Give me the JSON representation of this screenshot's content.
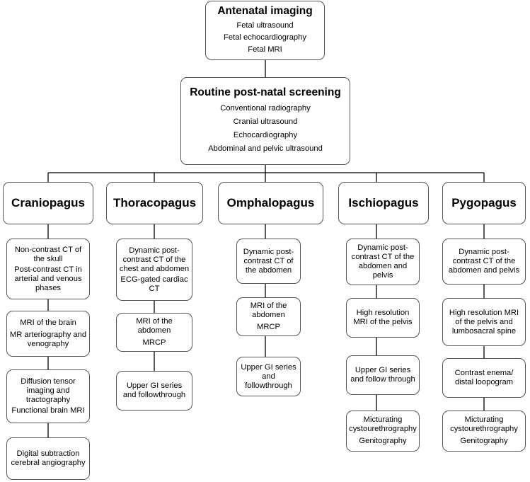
{
  "antenatal": {
    "title": "Antenatal imaging",
    "items": [
      "Fetal ultrasound",
      "Fetal echocardiography",
      "Fetal MRI"
    ]
  },
  "postnatal": {
    "title": "Routine post-natal screening",
    "items": [
      "Conventional radiography",
      "Cranial ultrasound",
      "Echocardiography",
      "Abdominal and pelvic ultrasound"
    ]
  },
  "types": [
    {
      "name": "Craniopagus",
      "steps": [
        [
          "Non-contrast CT of the skull",
          "Post-contrast CT in arterial and venous phases"
        ],
        [
          "MRI of the brain",
          "MR arteriography and venography"
        ],
        [
          "Diffusion tensor imaging and tractography",
          "Functional brain MRI"
        ],
        [
          "Digital subtraction cerebral angiography"
        ]
      ]
    },
    {
      "name": "Thoracopagus",
      "steps": [
        [
          "Dynamic post-contrast CT of the chest and abdomen",
          "ECG-gated cardiac CT"
        ],
        [
          "MRI of the abdomen",
          "MRCP"
        ],
        [
          "Upper GI series and followthrough"
        ]
      ]
    },
    {
      "name": "Omphalopagus",
      "steps": [
        [
          "Dynamic post-contrast CT of the abdomen"
        ],
        [
          "MRI of the abdomen",
          "MRCP"
        ],
        [
          "Upper GI series and followthrough"
        ]
      ]
    },
    {
      "name": "Ischiopagus",
      "steps": [
        [
          "Dynamic post-contrast CT of the abdomen and pelvis"
        ],
        [
          "High resolution MRI of the pelvis"
        ],
        [
          "Upper GI series and follow through"
        ],
        [
          "Micturating cystourethrography",
          "Genitography"
        ]
      ]
    },
    {
      "name": "Pygopagus",
      "steps": [
        [
          "Dynamic post-contrast CT of the abdomen and pelvis"
        ],
        [
          "High resolution MRI of the pelvis and lumbosacral spine"
        ],
        [
          "Contrast enema/ distal loopogram"
        ],
        [
          "Micturating cystourethrography",
          "Genitography"
        ]
      ]
    }
  ]
}
